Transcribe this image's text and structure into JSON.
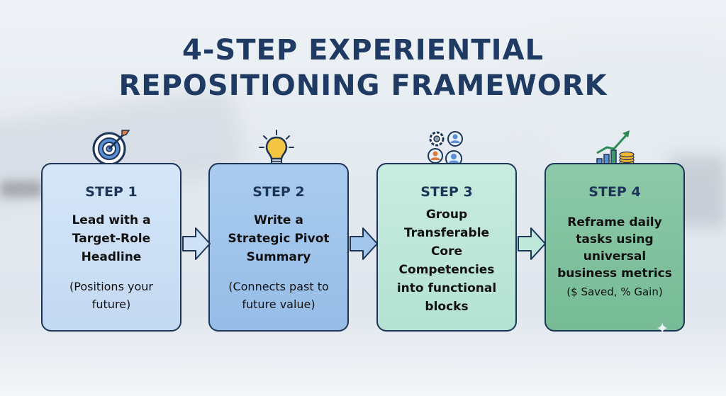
{
  "title": {
    "line1": "4-STEP EXPERIENTIAL",
    "line2": "REPOSITIONING FRAMEWORK"
  },
  "colors": {
    "title": "#1f3a63",
    "border": "#1d3557",
    "step1_fill": "#cfe1f6",
    "step2_fill": "#a2c5ec",
    "step3_fill": "#c0e8da",
    "step4_fill": "#84c4a1"
  },
  "steps": [
    {
      "label": "STEP 1",
      "icon": "target-icon",
      "main": [
        "Lead with a",
        "Target-Role",
        "Headline"
      ],
      "sub": [
        "(Positions your",
        "future)"
      ]
    },
    {
      "label": "STEP 2",
      "icon": "lightbulb-icon",
      "main": [
        "Write a",
        "Strategic Pivot",
        "Summary"
      ],
      "sub": [
        "(Connects past to",
        "future value)"
      ]
    },
    {
      "label": "STEP 3",
      "icon": "gears-people-icon",
      "main": [
        "Group",
        "Transferable",
        "Core",
        "Competencies",
        "into functional",
        "blocks"
      ],
      "sub": []
    },
    {
      "label": "STEP 4",
      "icon": "growth-chart-coins-icon",
      "main": [
        "Reframe daily",
        "tasks using",
        "universal",
        "business metrics"
      ],
      "sub": [
        "($ Saved, % Gain)"
      ]
    }
  ]
}
